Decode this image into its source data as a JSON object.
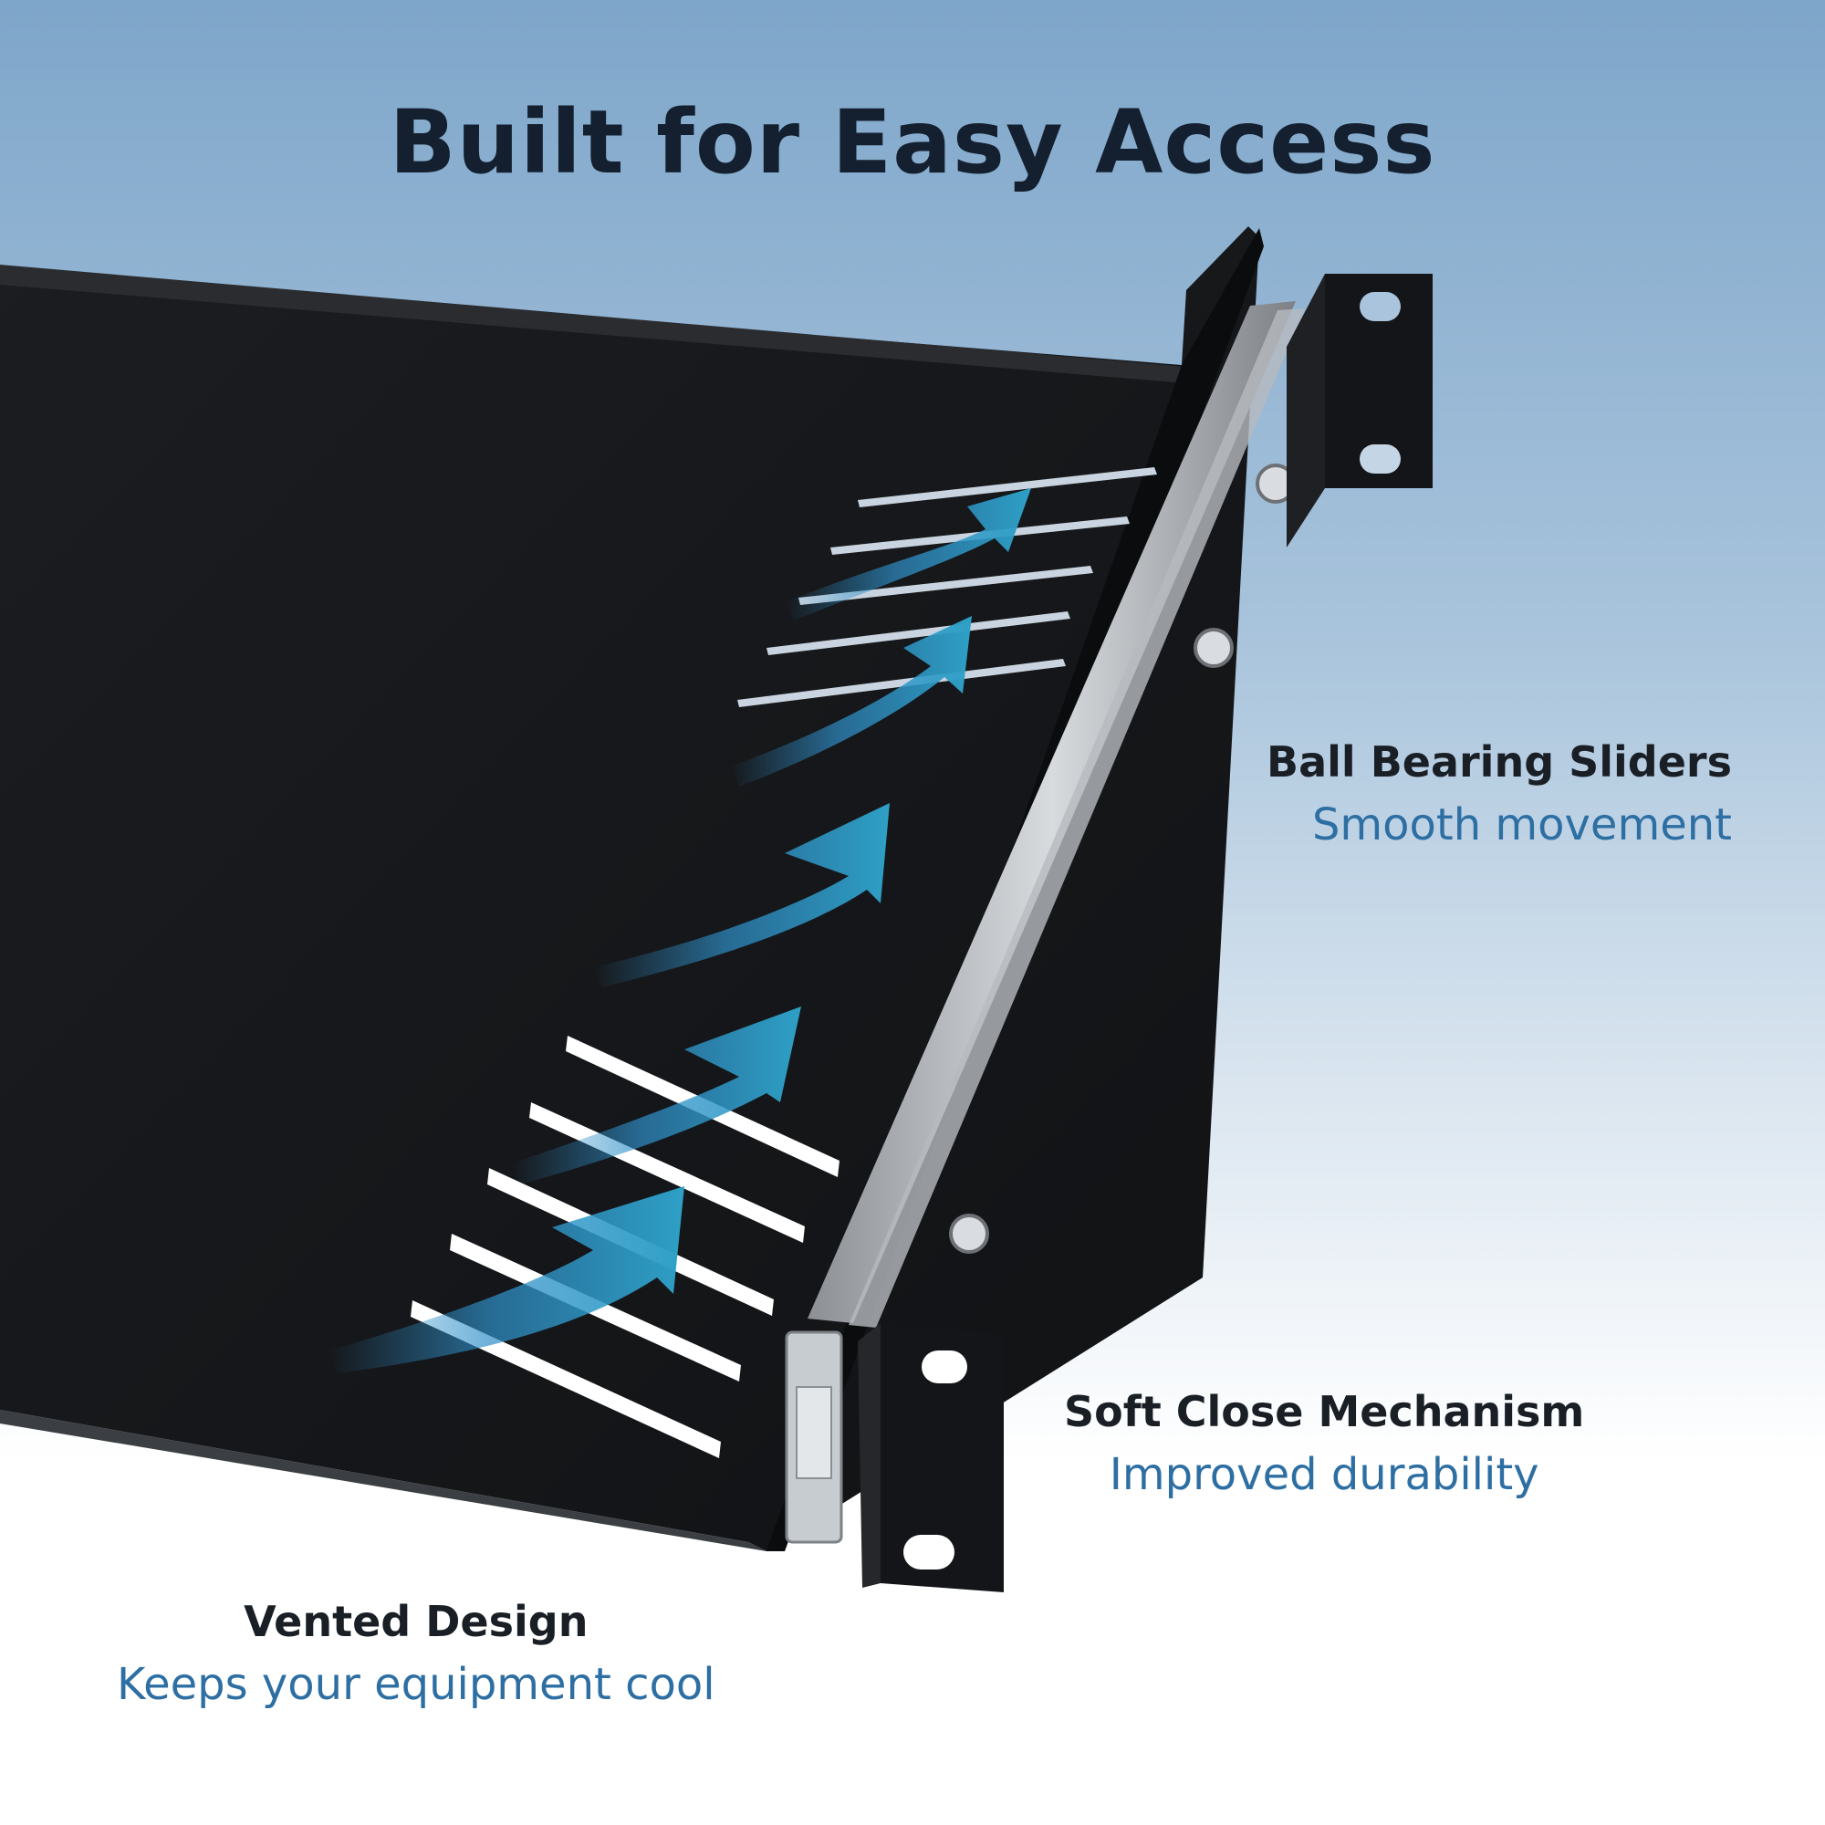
{
  "headline": "Built for Easy Access",
  "features": [
    {
      "title": "Ball Bearing Sliders",
      "subtitle": "Smooth movement"
    },
    {
      "title": "Soft Close Mechanism",
      "subtitle": "Improved durability"
    },
    {
      "title": "Vented Design",
      "subtitle": "Keeps your equipment cool"
    }
  ],
  "colors": {
    "headline": "#142030",
    "feature_title": "#1a1f26",
    "feature_subtitle": "#2e6fa3",
    "arrow": "#2f8fc8"
  }
}
